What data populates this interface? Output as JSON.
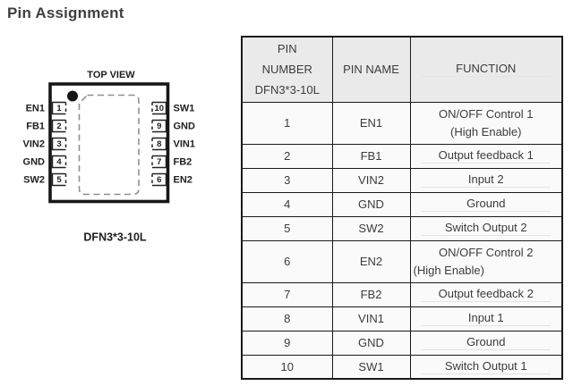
{
  "page": {
    "title": "Pin Assignment"
  },
  "diagram": {
    "view_label": "TOP VIEW",
    "package_label": "DFN3*3-10L",
    "left_pins": [
      {
        "number": "1",
        "label": "EN1"
      },
      {
        "number": "2",
        "label": "FB1"
      },
      {
        "number": "3",
        "label": "VIN2"
      },
      {
        "number": "4",
        "label": "GND"
      },
      {
        "number": "5",
        "label": "SW2"
      }
    ],
    "right_pins": [
      {
        "number": "10",
        "label": "SW1"
      },
      {
        "number": "9",
        "label": "GND"
      },
      {
        "number": "8",
        "label": "VIN1"
      },
      {
        "number": "7",
        "label": "FB2"
      },
      {
        "number": "6",
        "label": "EN2"
      }
    ]
  },
  "pin_table": {
    "header": {
      "col1_line1": "PIN",
      "col1_line2": "NUMBER",
      "col1_line3": "DFN3*3-10L",
      "col2": "PIN NAME",
      "col3": "FUNCTION"
    },
    "rows": [
      {
        "number": "1",
        "name": "EN1",
        "function": "ON/OFF Control 1",
        "function_line2": "(High Enable)"
      },
      {
        "number": "2",
        "name": "FB1",
        "function": "Output feedback 1"
      },
      {
        "number": "3",
        "name": "VIN2",
        "function": "Input 2"
      },
      {
        "number": "4",
        "name": "GND",
        "function": "Ground"
      },
      {
        "number": "5",
        "name": "SW2",
        "function": "Switch Output 2"
      },
      {
        "number": "6",
        "name": "EN2",
        "function": "ON/OFF Control 2",
        "function_line2": "(High Enable)"
      },
      {
        "number": "7",
        "name": "FB2",
        "function": "Output feedback 2"
      },
      {
        "number": "8",
        "name": "VIN1",
        "function": "Input 1"
      },
      {
        "number": "9",
        "name": "GND",
        "function": "Ground"
      },
      {
        "number": "10",
        "name": "SW1",
        "function": "Switch Output 1"
      }
    ]
  },
  "colors": {
    "text": "#3c3c3c",
    "table_line": "#1a1a1a",
    "header_bg": "#eaeaea",
    "pad_dash": "#8f8f8f",
    "chip_line": "#161616"
  }
}
